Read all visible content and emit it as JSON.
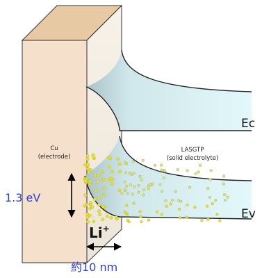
{
  "electrode": {
    "name": "Cu",
    "sub": "(electrode)"
  },
  "electrolyte": {
    "name": "LASGTP",
    "sub": "(solid electrolyte)"
  },
  "bands": {
    "conduction": "Ec",
    "valence": "Ev"
  },
  "energy": "1.3 eV",
  "ion": {
    "symbol": "Li",
    "charge": "+"
  },
  "width": "約10 nm",
  "colors": {
    "electrode_front": "#f5e1cb",
    "electrode_top": "#e7c9a4",
    "interface_face": "#f3ede3",
    "band_fill_light": "#e4f8fb",
    "band_fill_dark": "#9fbcc1",
    "particle": "#e6e039",
    "particle_faint": "#cfe0a0",
    "accent_blue": "#2b3ed6"
  }
}
